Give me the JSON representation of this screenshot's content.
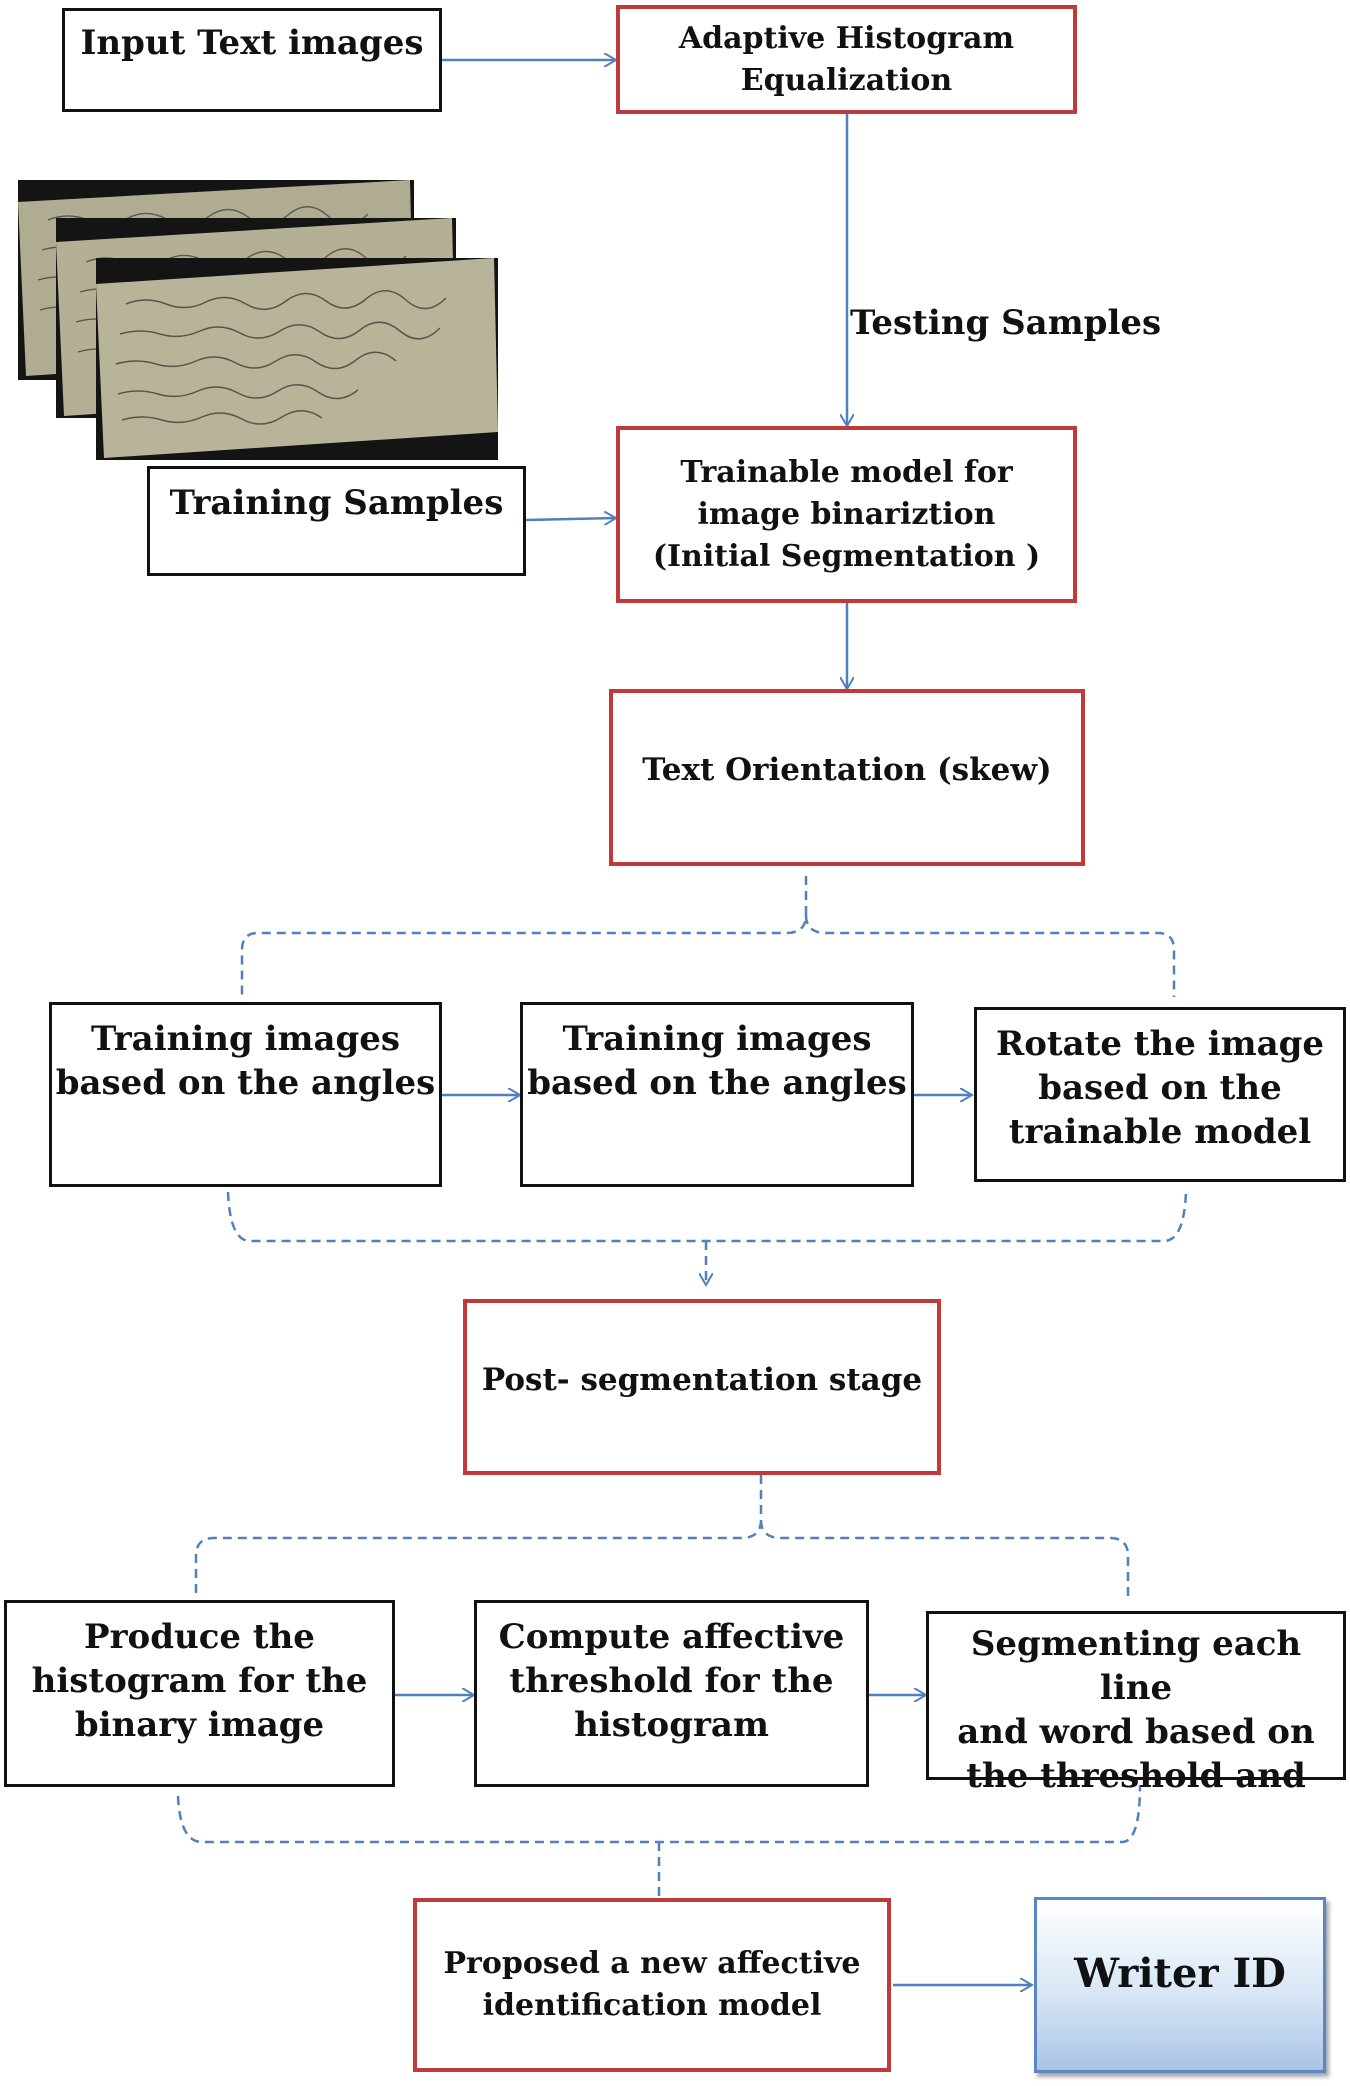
{
  "nodes": {
    "input_text_images": "Input Text images",
    "adaptive_histogram": "Adaptive Histogram\nEqualization",
    "training_samples": "Training Samples",
    "trainable_model": "Trainable model for\nimage binariztion\n(Initial Segmentation )",
    "text_orientation": "Text Orientation (skew)",
    "training_images_1": "Training images\nbased on the angles",
    "training_images_2": "Training images\nbased on the angles",
    "rotate_image": "Rotate the image\nbased on the\ntrainable model",
    "post_segmentation": "Post- segmentation stage",
    "produce_histogram": "Produce the\nhistogram for the\nbinary image",
    "compute_threshold": "Compute affective\nthreshold for the\nhistogram",
    "segmenting_lines": "Segmenting each line\nand word based on\nthe threshold and",
    "proposed_model": "Proposed a new affective\nidentification model",
    "writer_id": "Writer  ID"
  },
  "edge_labels": {
    "testing_samples": "Testing Samples"
  },
  "colors": {
    "process_border": "#c0393b",
    "input_border": "#111111",
    "connector": "#4f81bd",
    "writer_fill": "#a9c4e7"
  }
}
